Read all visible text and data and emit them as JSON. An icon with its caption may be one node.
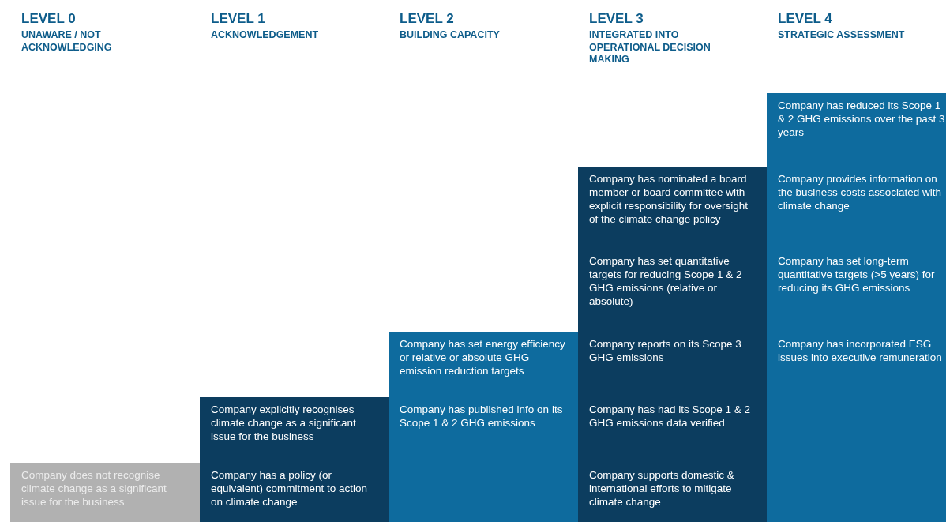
{
  "diagram": {
    "nodes": [
      {
        "text": [
          "Company does not recognise climate change as a significant issue for the business"
        ]
      },
      {
        "text": [
          "Company explicitly recognises climate change as a significant issue for the business",
          "Company has a policy (or equivalent) commitment to action on climate change"
        ]
      },
      {
        "text": [
          "Company has set energy efficiency or relative or absolute GHG emission reduction targets",
          "Company has published info on its Scope 1 & 2 GHG emissions"
        ]
      },
      {
        "text": [
          "Company has nominated a board member or board committee with explicit responsibility for oversight of the climate change policy",
          "Company has set quantitative targets for reducing Scope 1 & 2 GHG emissions (relative or absolute)",
          "Company reports on its Scope 3 GHG emissions",
          "Company has had its Scope 1 & 2 GHG emissions data verified",
          "Company supports domestic & international efforts to mitigate climate change"
        ]
      },
      {
        "text": [
          "Company has reduced its Scope 1 & 2 GHG emissions over the past 3 years",
          "Company provides information on the business costs associated with climate change",
          "Company has set long-term quantitative targets (>5 years) for reducing its GHG emissions",
          "Company has incorporated ESG issues into executive remuneration"
        ]
      }
    ],
    "labels": [
      "LEVEL 0",
      "UNAWARE / NOT ACKNOWLEDGING",
      "LEVEL 1",
      "ACKNOWLEDGEMENT",
      "LEVEL 2",
      "BUILDING CAPACITY",
      "LEVEL 3",
      "INTEGRATED INTO OPERATIONAL DECISION MAKING",
      "LEVEL 4",
      "STRATEGIC ASSESSMENT"
    ]
  }
}
